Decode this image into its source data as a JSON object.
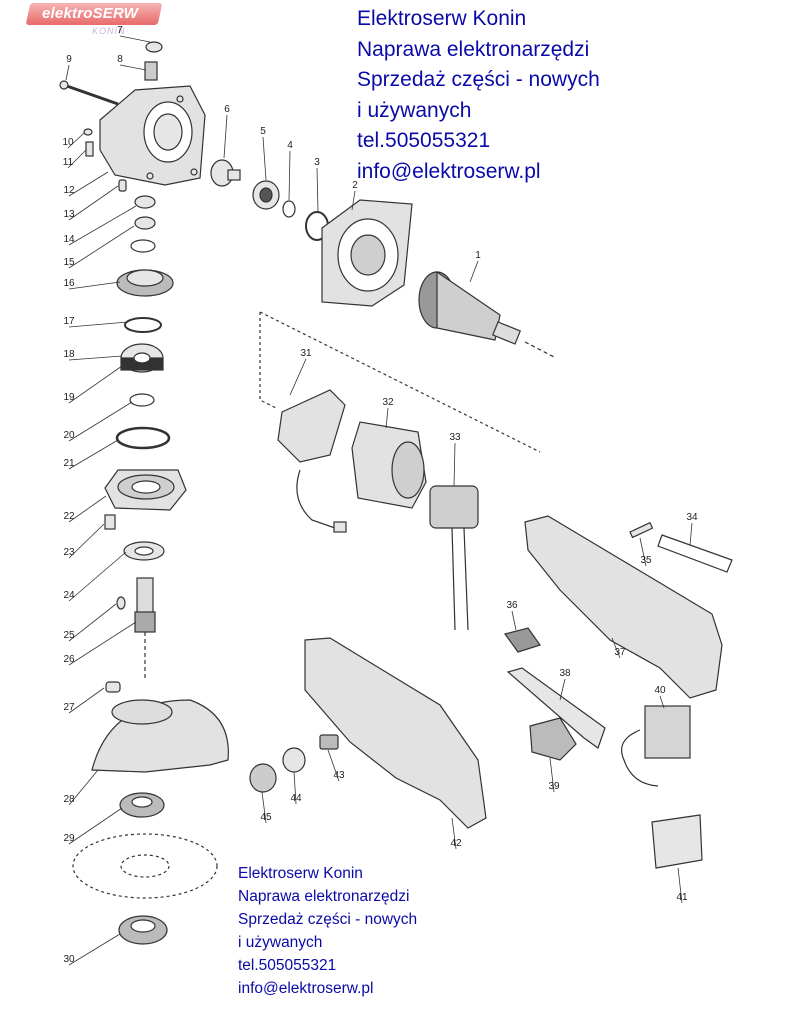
{
  "logo": {
    "brand": "elektroSERW",
    "city": "KONIN"
  },
  "ad_top": [
    "Elektroserw Konin",
    "Naprawa elektronarzędzi",
    "Sprzedaż części - nowych",
    "i używanych",
    "tel.505055321",
    "info@elektroserw.pl"
  ],
  "ad_bottom": [
    "Elektroserw Konin",
    "Naprawa elektronarzędzi",
    "Sprzedaż części - nowych",
    "i używanych",
    "tel.505055321",
    "info@elektroserw.pl"
  ],
  "part_numbers": [
    "1",
    "2",
    "3",
    "4",
    "5",
    "6",
    "7",
    "8",
    "9",
    "10",
    "11",
    "12",
    "13",
    "14",
    "15",
    "16",
    "17",
    "18",
    "19",
    "20",
    "21",
    "22",
    "23",
    "24",
    "25",
    "26",
    "27",
    "28",
    "29",
    "30",
    "31",
    "32",
    "33",
    "34",
    "35",
    "36",
    "37",
    "38",
    "39",
    "40",
    "41",
    "42",
    "43",
    "44",
    "45"
  ],
  "colors": {
    "ad_text": "#0a0aa8",
    "logo_badge": "#e86a6a",
    "line": "#333333",
    "part_fill": "#e6e6e6"
  }
}
